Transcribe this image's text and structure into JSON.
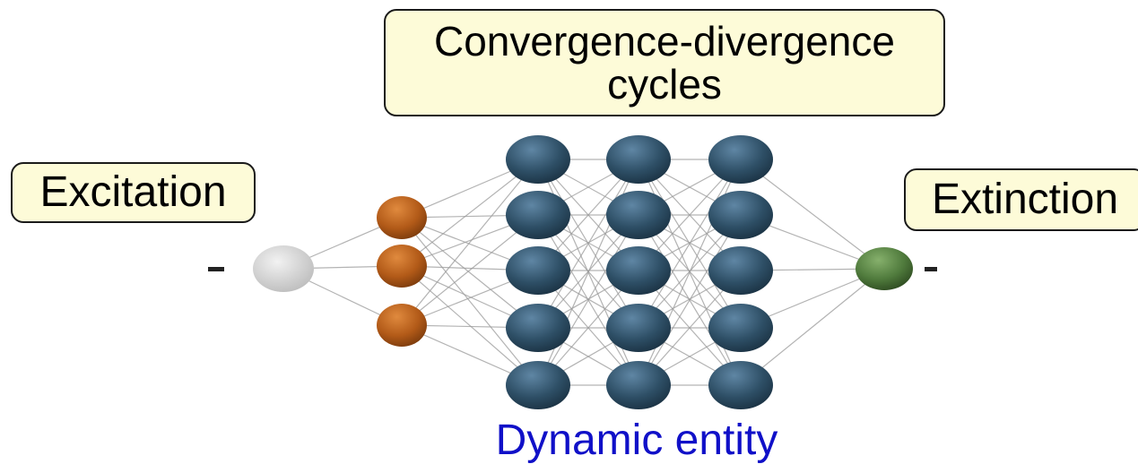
{
  "labels": {
    "convergence_line1": "Convergence-divergence",
    "convergence_line2": "cycles",
    "excitation": "Excitation",
    "extinction": "Extinction",
    "caption": "Dynamic entity"
  },
  "colors": {
    "box_fill": "#fdfbd8",
    "caption_text": "#1010c8",
    "input_node": "#cfcfcf",
    "first_layer_node": "#b8621c",
    "hidden_node": "#2e4f66",
    "output_node": "#4f7a3c",
    "edge": "#9a9a9a"
  },
  "network": {
    "layers": [
      {
        "role": "input",
        "nodes": 1
      },
      {
        "role": "first",
        "nodes": 3
      },
      {
        "role": "hidden",
        "nodes": 5
      },
      {
        "role": "hidden",
        "nodes": 5
      },
      {
        "role": "hidden",
        "nodes": 5
      },
      {
        "role": "output",
        "nodes": 1
      }
    ],
    "input_arrow": "in-arrow",
    "output_arrow": "out-arrow"
  }
}
